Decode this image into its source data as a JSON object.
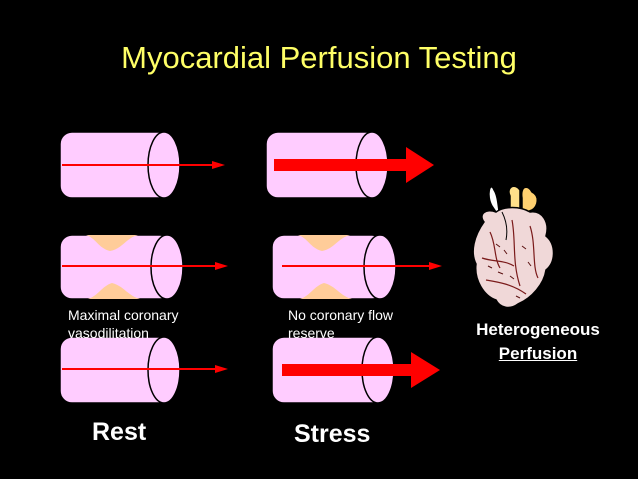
{
  "title": "Myocardial Perfusion Testing",
  "left_column": {
    "note_line1": "Maximal coronary",
    "note_line2": "vasodilitation",
    "label": "Rest"
  },
  "right_column": {
    "note_line1": "No coronary flow",
    "note_line2": "reserve",
    "label": "Stress"
  },
  "outcome": {
    "line1": "Heterogeneous",
    "line2": "Perfusion"
  },
  "colors": {
    "title": "#ffff66",
    "vessel": "#ffccff",
    "plaque": "#ffcc99",
    "arrow": "#ff0000",
    "text": "#ffffff",
    "background": "#000000"
  },
  "icons": {
    "outcome": "heart-icon"
  }
}
